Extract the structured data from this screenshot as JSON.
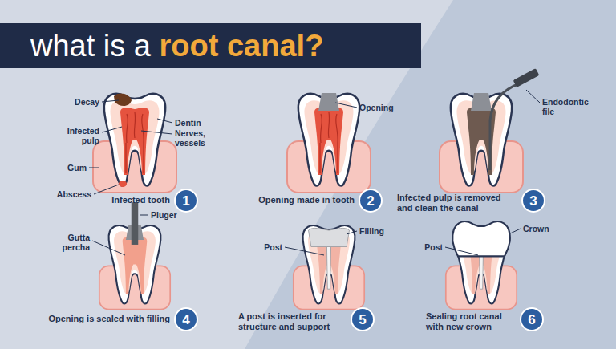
{
  "diagram": {
    "title": "what is a root canal?",
    "nodes": [
      {
        "text": [
          "1"
        ]
      },
      {
        "text": [
          "2"
        ]
      },
      {
        "text": [
          "3"
        ]
      },
      {
        "text": [
          "4"
        ]
      },
      {
        "text": [
          "5"
        ]
      },
      {
        "text": [
          "6"
        ]
      }
    ],
    "labels": [
      "Decay",
      "Dentin",
      "Infected pulp",
      "Nerves, vessels",
      "Gum",
      "Abscess",
      "Infected tooth",
      "Opening",
      "Opening made in tooth",
      "Endodontic file",
      "Infected pulp is removed and clean the canal",
      "Pluger",
      "Gutta percha",
      "Opening is sealed with filling",
      "Filling",
      "Post",
      "A post is inserted for structure and support",
      "Post",
      "Crown",
      "Sealing root canal with new crown"
    ]
  }
}
